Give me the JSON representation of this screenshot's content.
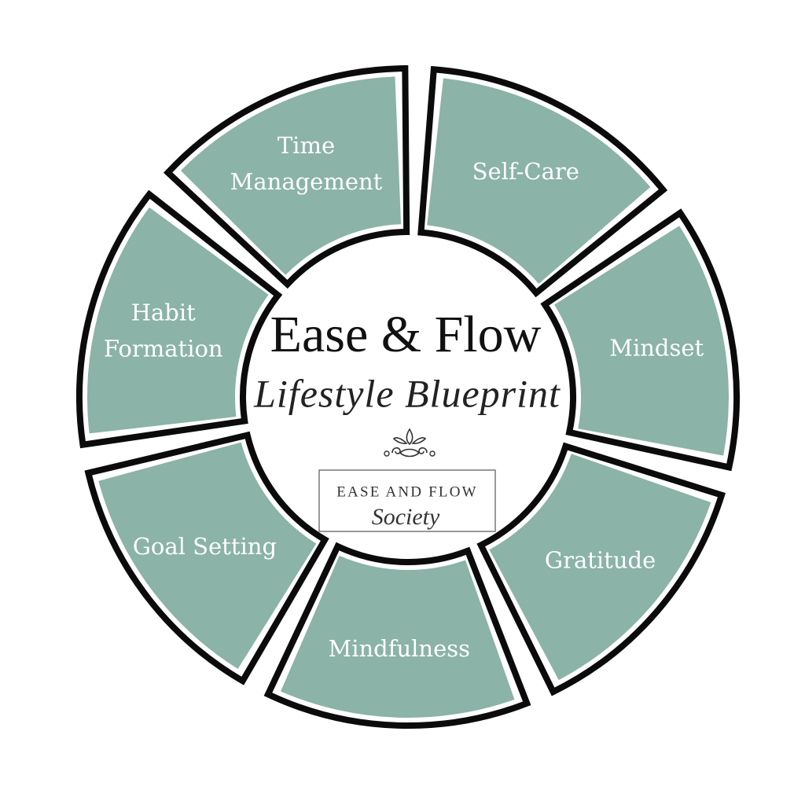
{
  "center": {
    "title": "Ease & Flow",
    "subtitle": "Lifestyle Blueprint",
    "logo": {
      "line1": "EASE AND FLOW",
      "line2": "Society"
    }
  },
  "segments": [
    {
      "id": "self-care",
      "label": [
        "Self-Care"
      ]
    },
    {
      "id": "mindset",
      "label": [
        "Mindset"
      ]
    },
    {
      "id": "gratitude",
      "label": [
        "Gratitude"
      ]
    },
    {
      "id": "mindfulness",
      "label": [
        "Mindfulness"
      ]
    },
    {
      "id": "goal-setting",
      "label": [
        "Goal Setting"
      ]
    },
    {
      "id": "habit-formation",
      "label": [
        "Habit",
        "Formation"
      ]
    },
    {
      "id": "time-management",
      "label": [
        "Time",
        "Management"
      ]
    }
  ],
  "colors": {
    "segment_fill": "#8bb3a8",
    "outline": "#0b0b0b",
    "background": "#ffffff",
    "label_text": "#ffffff"
  },
  "icons": {
    "logo_ornament": "lotus-swirl-icon"
  }
}
